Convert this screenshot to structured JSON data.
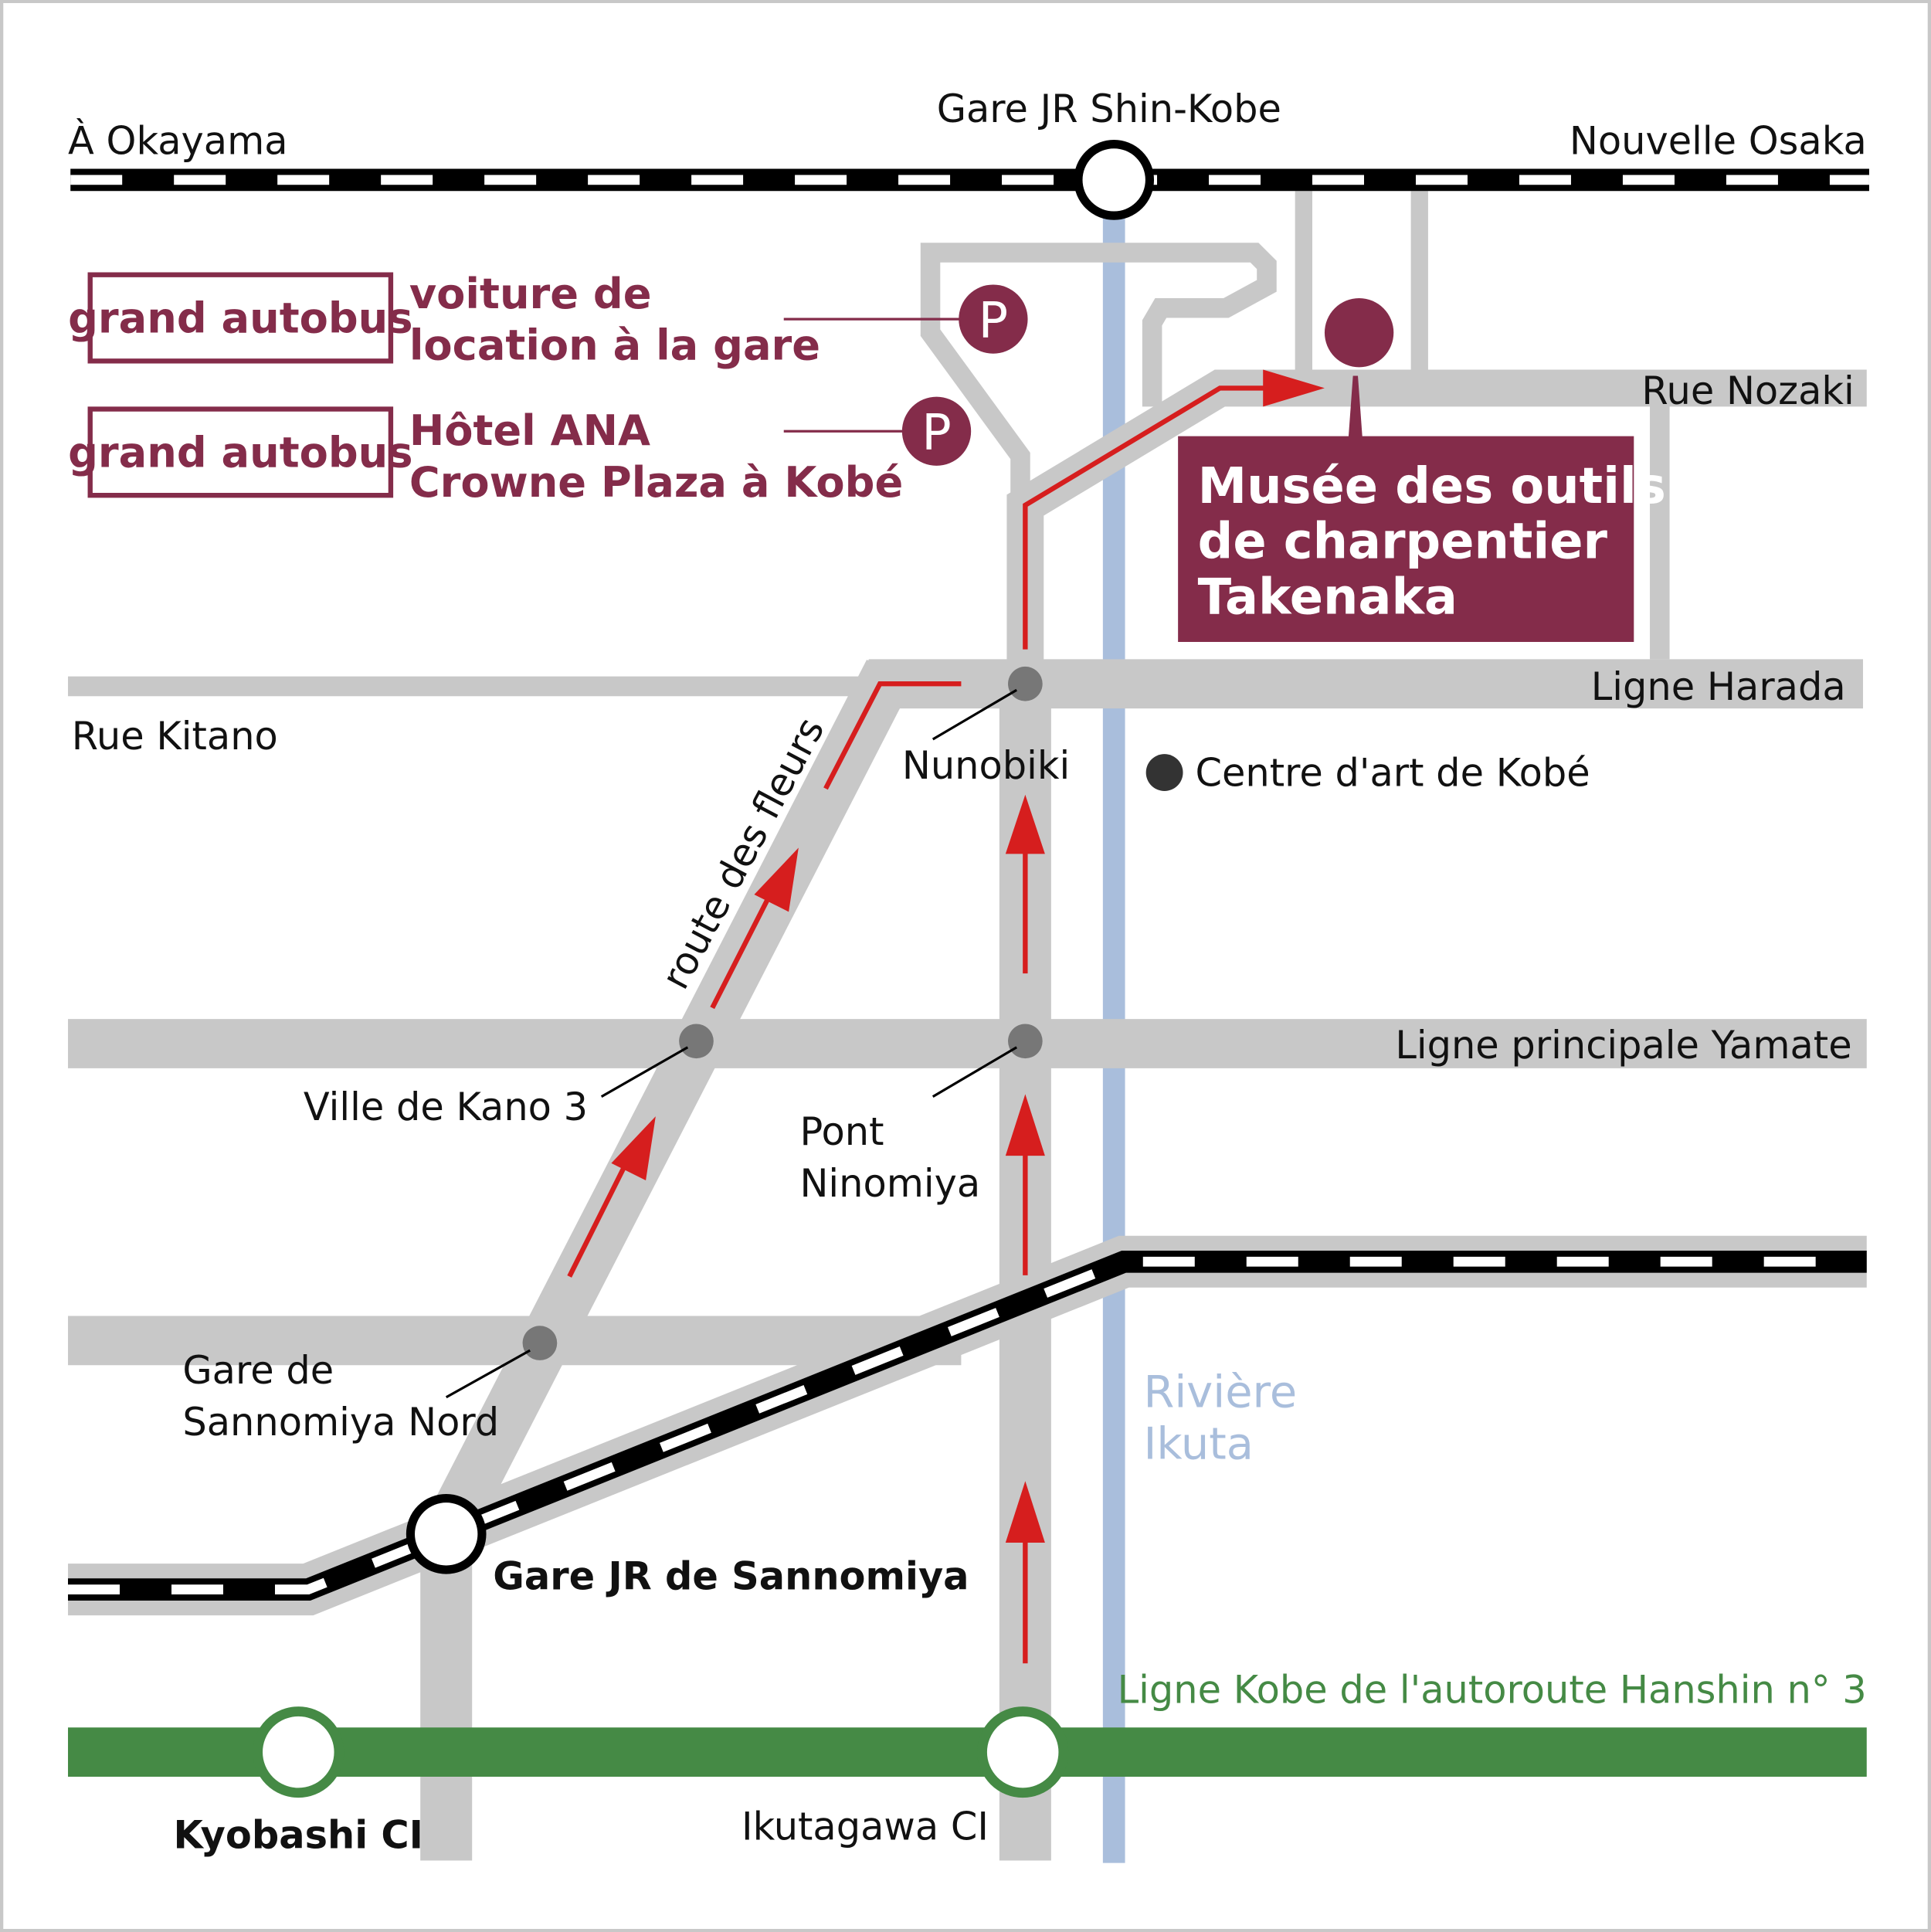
{
  "colors": {
    "maroon": "#842C4A",
    "route_red": "#D61E1E",
    "road_gray": "#C8C8C8",
    "river": "#A9BEDC",
    "highway": "#458A45"
  },
  "rail": {
    "to_west": "À Okayama",
    "to_east": "Nouvelle Osaka",
    "station_top": "Gare JR Shin-Kobe",
    "station_bottom": "Gare JR de Sannomiya"
  },
  "parking": [
    {
      "badge": "grand autobus",
      "line1": "voiture de",
      "line2": "location à la gare",
      "icon": "P"
    },
    {
      "badge": "grand autobus",
      "line1": "Hôtel ANA",
      "line2": "Crowne Plaza à Kobé",
      "icon": "P"
    }
  ],
  "destination": {
    "line1": "Musée des outils",
    "line2": "de charpentier",
    "line3": "Takenaka"
  },
  "streets": {
    "nozaki": "Rue Nozaki",
    "harada": "Ligne Harada",
    "kitano": "Rue Kitano",
    "yamate": "Ligne principale Yamate",
    "flower_road": "route des fleurs"
  },
  "intersections": {
    "nunobiki": "Nunobiki",
    "kano": "Ville de Kano 3",
    "ninomiya_1": "Pont",
    "ninomiya_2": "Ninomiya",
    "sannomiya_n1": "Gare de",
    "sannomiya_n2": "Sannomiya Nord"
  },
  "landmarks": {
    "art_center": "Centre d'art de Kobé",
    "river_1": "Rivière",
    "river_2": "Ikuta"
  },
  "highway": {
    "name": "Ligne Kobe de l'autoroute Hanshin n° 3",
    "exit_west": "Kyobashi CI",
    "exit_east": "Ikutagawa CI"
  }
}
